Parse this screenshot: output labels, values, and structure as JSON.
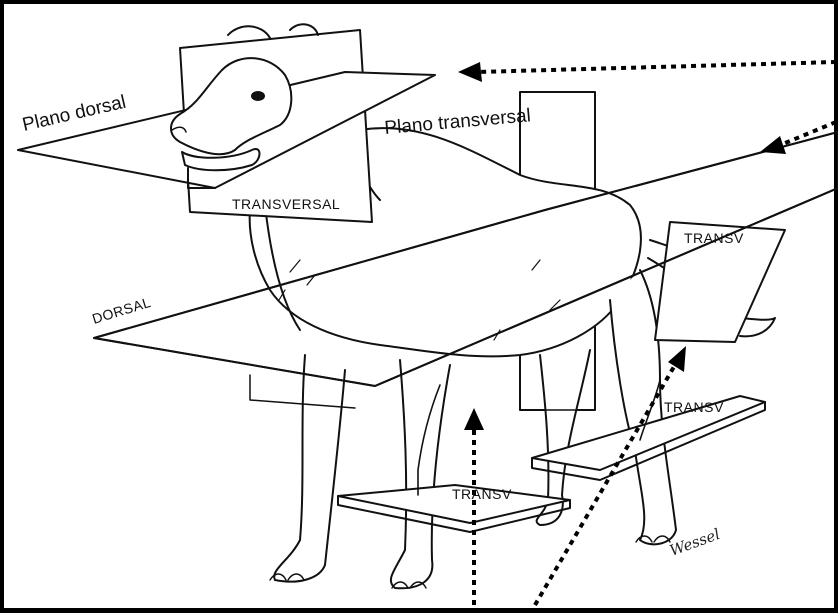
{
  "labels": {
    "plano_dorsal": "Plano dorsal",
    "plano_transversal": "Plano transversal",
    "transversal_head": "TRANSVERSAL",
    "dorsal_body": "DORSAL",
    "transv_hind": "TRANSV",
    "transv_hind_paw": "TRANSV",
    "transv_fore_paw": "TRANSV"
  },
  "signature": "Wessel",
  "colors": {
    "frame": "#000000",
    "paper": "#ffffff",
    "ink": "#111111"
  }
}
